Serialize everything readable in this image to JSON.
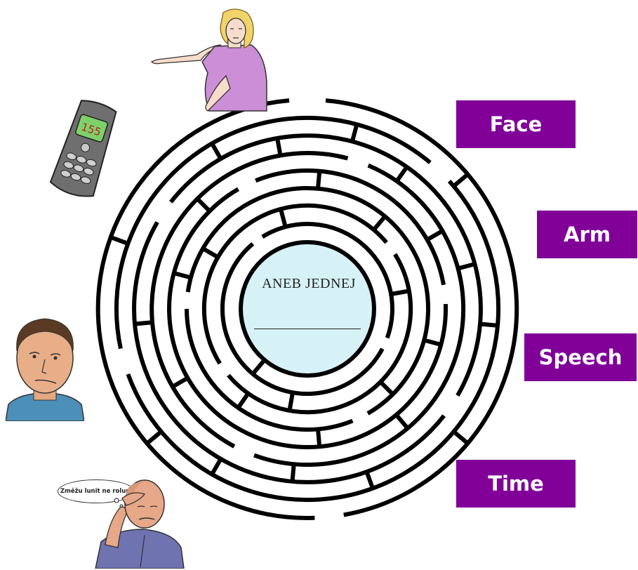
{
  "labels": {
    "face": "Face",
    "arm": "Arm",
    "speech": "Speech",
    "time": "Time"
  },
  "maze": {
    "center_text": "ANEB JEDNEJ"
  },
  "phone": {
    "screen_text": "155"
  },
  "speech_bubble": {
    "text": "Změžu lunit ne rolum"
  },
  "colors": {
    "label_background": "#800098",
    "label_text": "#ffffff",
    "maze_center_fill": "#d6f2f6",
    "maze_walls": "#000000"
  }
}
